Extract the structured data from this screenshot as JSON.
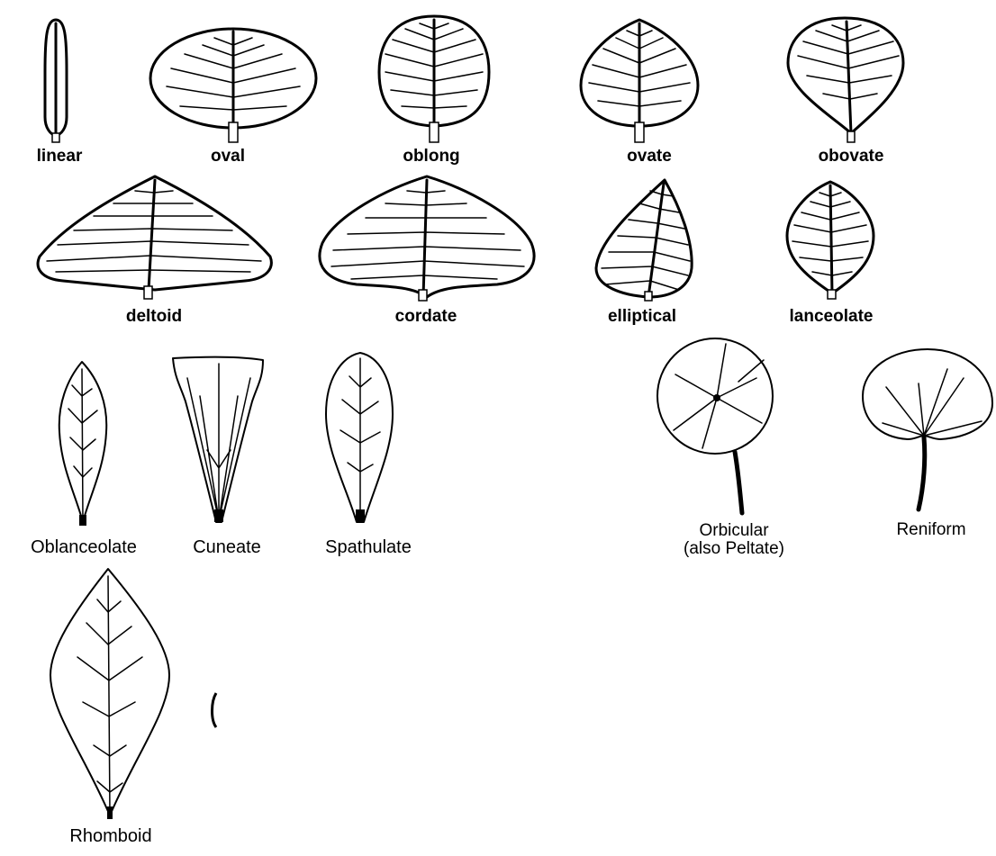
{
  "shapes": {
    "linear": "linear",
    "oval": "oval",
    "oblong": "oblong",
    "ovate": "ovate",
    "obovate": "obovate",
    "deltoid": "deltoid",
    "cordate": "cordate",
    "elliptical": "elliptical",
    "lanceolate": "lanceolate",
    "oblanceolate": "Oblanceolate",
    "cuneate": "Cuneate",
    "spathulate": "Spathulate",
    "orbicular_line1": "Orbicular",
    "orbicular_line2": "(also Peltate)",
    "reniform": "Reniform",
    "rhomboid": "Rhomboid"
  }
}
